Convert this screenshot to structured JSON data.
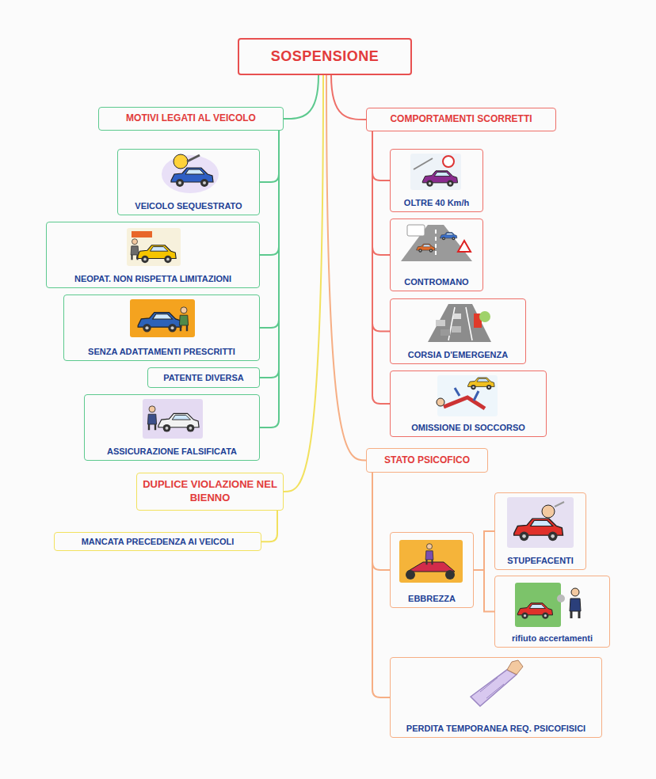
{
  "diagram": {
    "nodes": [
      {
        "text": [
          "SOSPENSIONE"
        ]
      },
      {
        "text": [
          "MOTIVI LEGATI AL VEICOLO"
        ]
      },
      {
        "text": [
          "VEICOLO SEQUESTRATO"
        ]
      },
      {
        "text": [
          "NEOPAT. NON RISPETTA LIMITAZIONI"
        ]
      },
      {
        "text": [
          "SENZA ADATTAMENTI PRESCRITTI"
        ]
      },
      {
        "text": [
          "PATENTE DIVERSA"
        ]
      },
      {
        "text": [
          "ASSICURAZIONE FALSIFICATA"
        ]
      },
      {
        "text": [
          "DUPLICE VIOLAZIONE NEL BIENNO"
        ]
      },
      {
        "text": [
          "MANCATA PRECEDENZA AI VEICOLI"
        ]
      },
      {
        "text": [
          "COMPORTAMENTI SCORRETTI"
        ]
      },
      {
        "text": [
          "OLTRE 40 Km/h"
        ]
      },
      {
        "text": [
          "CONTROMANO"
        ]
      },
      {
        "text": [
          "CORSIA D'EMERGENZA"
        ]
      },
      {
        "text": [
          "OMISSIONE DI SOCCORSO"
        ]
      },
      {
        "text": [
          "STATO PSICOFICO"
        ]
      },
      {
        "text": [
          "EBBREZZA"
        ]
      },
      {
        "text": [
          "STUPEFACENTI"
        ]
      },
      {
        "text": [
          "rifiuto accertamenti"
        ]
      },
      {
        "text": [
          "PERDITA TEMPORANEA REQ. PSICOFISICI"
        ]
      }
    ],
    "edges": [
      {
        "from": 0,
        "to": 1,
        "arrow": "none"
      },
      {
        "from": 0,
        "to": 9,
        "arrow": "none"
      },
      {
        "from": 0,
        "to": 7,
        "arrow": "none"
      },
      {
        "from": 0,
        "to": 14,
        "arrow": "none"
      },
      {
        "from": 1,
        "to": 2,
        "arrow": "none"
      },
      {
        "from": 1,
        "to": 3,
        "arrow": "none"
      },
      {
        "from": 1,
        "to": 4,
        "arrow": "none"
      },
      {
        "from": 1,
        "to": 5,
        "arrow": "none"
      },
      {
        "from": 1,
        "to": 6,
        "arrow": "none"
      },
      {
        "from": 9,
        "to": 10,
        "arrow": "none"
      },
      {
        "from": 9,
        "to": 11,
        "arrow": "none"
      },
      {
        "from": 9,
        "to": 12,
        "arrow": "none"
      },
      {
        "from": 9,
        "to": 13,
        "arrow": "none"
      },
      {
        "from": 7,
        "to": 8,
        "arrow": "none"
      },
      {
        "from": 14,
        "to": 15,
        "arrow": "none"
      },
      {
        "from": 14,
        "to": 18,
        "arrow": "none"
      },
      {
        "from": 15,
        "to": 16,
        "arrow": "none"
      },
      {
        "from": 15,
        "to": 17,
        "arrow": "none"
      }
    ]
  }
}
